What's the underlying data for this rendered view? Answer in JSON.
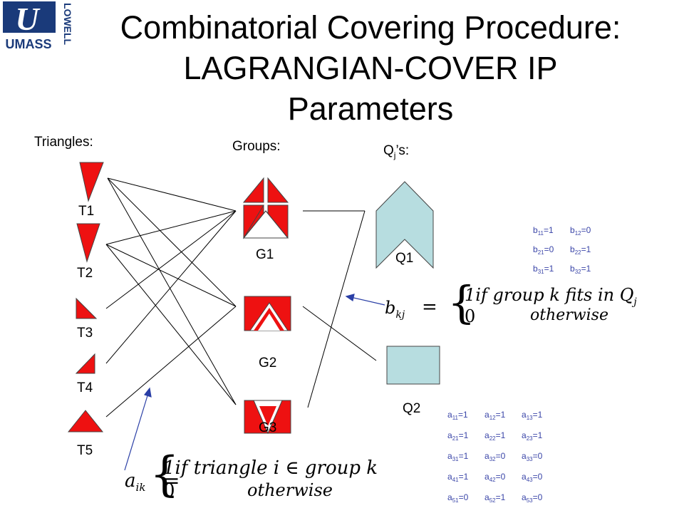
{
  "logo": {
    "main": "UMASS",
    "vertical": "LOWELL",
    "mark": "U"
  },
  "title": {
    "line1": "Combinatorial Covering Procedure:",
    "line2": "LAGRANGIAN-COVER IP",
    "line3": "Parameters"
  },
  "headers": {
    "triangles": "Triangles:",
    "groups": "Groups:",
    "q_prefix": "Q",
    "q_sub": "j",
    "q_suffix": "’s:"
  },
  "triangles": [
    "T1",
    "T2",
    "T3",
    "T4",
    "T5"
  ],
  "groups": [
    "G1",
    "G2",
    "G3"
  ],
  "qs": [
    "Q1",
    "Q2"
  ],
  "colors": {
    "red": "#ee1111",
    "qfill": "#b7dde0",
    "param": "#3a45a8",
    "arrow": "#2a3fa6"
  },
  "b_eq": {
    "lhs": "b",
    "lhs_sub": "kj",
    "equals": "=",
    "case1": "1if group k fits in Q",
    "case1_sub": "j",
    "case2_val": "0",
    "case2_text": "otherwise"
  },
  "a_eq": {
    "lhs": "a",
    "lhs_sub": "ik",
    "equals": "=",
    "case1": "1if triangle i ∈ group k",
    "case2_val": "0",
    "case2_text": "otherwise"
  },
  "b_params": [
    [
      {
        "sub": "11",
        "val": "=1"
      },
      {
        "sub": "12",
        "val": "=0"
      }
    ],
    [
      {
        "sub": "21",
        "val": "=0"
      },
      {
        "sub": "22",
        "val": "=1"
      }
    ],
    [
      {
        "sub": "31",
        "val": "=1"
      },
      {
        "sub": "32",
        "val": "=1"
      }
    ]
  ],
  "a_params": [
    [
      {
        "sub": "11",
        "val": "=1"
      },
      {
        "sub": "12",
        "val": "=1"
      },
      {
        "sub": "13",
        "val": "=1"
      }
    ],
    [
      {
        "sub": "21",
        "val": "=1"
      },
      {
        "sub": "22",
        "val": "=1"
      },
      {
        "sub": "23",
        "val": "=1"
      }
    ],
    [
      {
        "sub": "31",
        "val": "=1"
      },
      {
        "sub": "32",
        "val": "=0"
      },
      {
        "sub": "33",
        "val": "=0"
      }
    ],
    [
      {
        "sub": "41",
        "val": "=1"
      },
      {
        "sub": "42",
        "val": "=0"
      },
      {
        "sub": "43",
        "val": "=0"
      }
    ],
    [
      {
        "sub": "51",
        "val": "=0"
      },
      {
        "sub": "52",
        "val": "=1"
      },
      {
        "sub": "53",
        "val": "=0"
      }
    ]
  ],
  "b_letter": "b",
  "a_letter": "a"
}
